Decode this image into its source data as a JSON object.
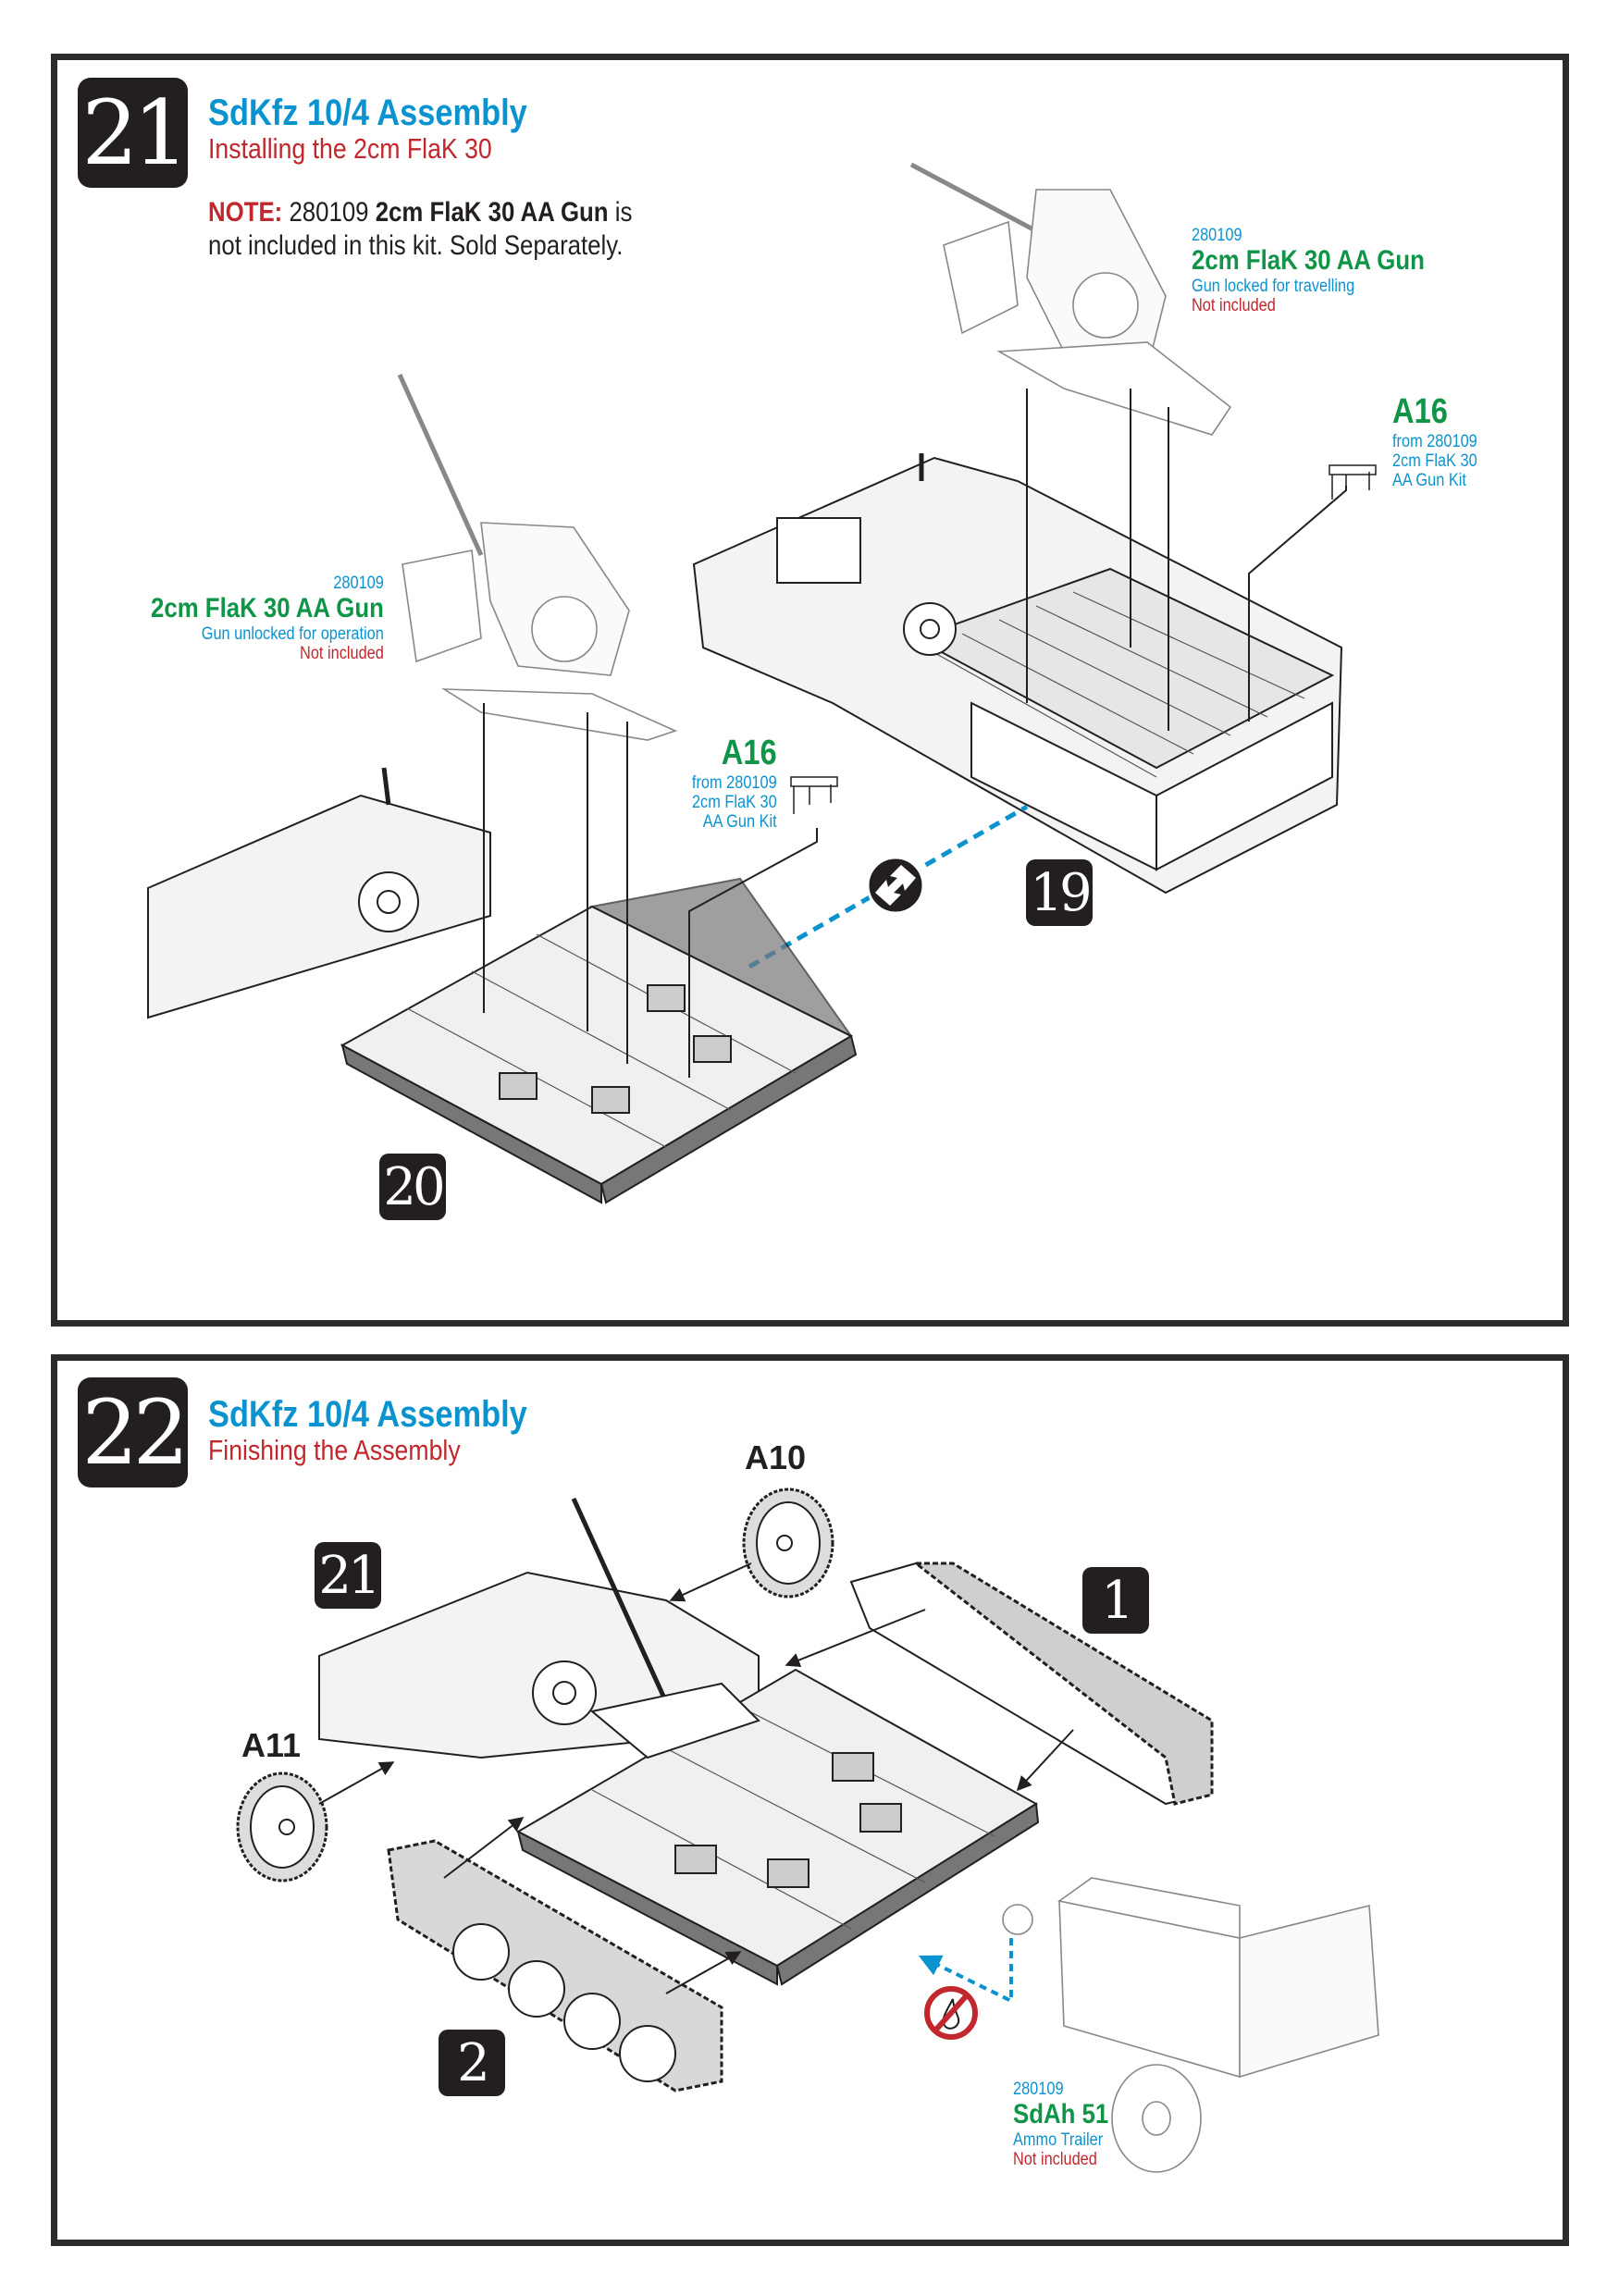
{
  "colors": {
    "title": "#0a93cf",
    "subtitle": "#c1272d",
    "green": "#0f9448",
    "frame": "#2b2b2b"
  },
  "step21": {
    "number": "21",
    "title": "SdKfz 10/4 Assembly",
    "subtitle": "Installing the 2cm FlaK 30",
    "note": {
      "label": "NOTE:",
      "code": "280109",
      "product": "2cm FlaK 30 AA Gun",
      "tail": "is",
      "line2": "not included in this kit.  Sold Separately."
    },
    "gun_travel": {
      "code": "280109",
      "name": "2cm FlaK 30 AA Gun",
      "desc": "Gun locked for travelling",
      "status": "Not included"
    },
    "gun_operation": {
      "code": "280109",
      "name": "2cm FlaK 30 AA Gun",
      "desc": "Gun unlocked for operation",
      "status": "Not included"
    },
    "part_a16_right": {
      "id": "A16",
      "line1": "from 280109",
      "line2": "2cm FlaK 30",
      "line3": "AA Gun Kit"
    },
    "part_a16_left": {
      "id": "A16",
      "line1": "from 280109",
      "line2": "2cm FlaK 30",
      "line3": "AA Gun Kit"
    },
    "sub_steps": [
      "19",
      "20"
    ],
    "icons": [
      "alternative-assembly-icon"
    ]
  },
  "step22": {
    "number": "22",
    "title": "SdKfz 10/4 Assembly",
    "subtitle": "Finishing the Assembly",
    "parts": {
      "a10": "A10",
      "a11": "A11"
    },
    "sub_steps": [
      "21",
      "1",
      "2"
    ],
    "trailer": {
      "code": "280109",
      "name": "SdAh 51",
      "desc": "Ammo Trailer",
      "status": "Not included"
    },
    "icons": [
      "no-glue-icon"
    ]
  }
}
